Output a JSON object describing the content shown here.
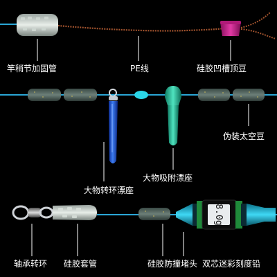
{
  "labels": {
    "rod_tip_tube": "竿稍节加固管",
    "pe_line": "PE线",
    "silicone_top_bean": "硅胶凹槽顶豆",
    "fake_space_bean": "伪装太空豆",
    "swivel_float_seat": "大物转环漂座",
    "suction_float_seat": "大物吸附漂座",
    "bearing_swivel": "轴承转环",
    "silicone_sleeve": "硅胶套管",
    "anti_collision_plug": "硅胶防撞堵头",
    "dual_core_sinker": "双芯迷彩刻度铅"
  },
  "sinker_weight": "8.0g",
  "colors": {
    "main_line": "#2aa6d6",
    "pe_line": "#a0522d",
    "top_bean": "#c0187f",
    "swivel_seat": "#1a4fd6",
    "suction_seat": "#1fbf9a",
    "sinker_accent": "#19b7d8",
    "sinker_band": "#1f8a3a",
    "leader": "#9aa0a6"
  }
}
